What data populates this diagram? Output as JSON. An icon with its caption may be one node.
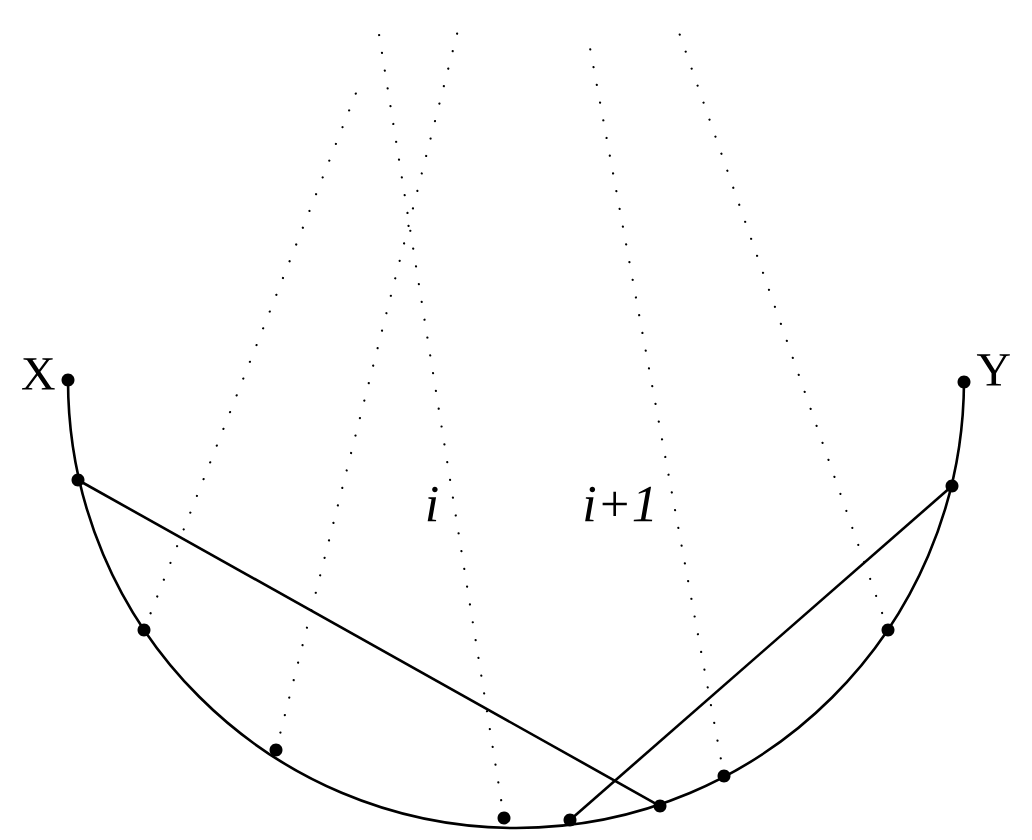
{
  "diagram": {
    "nodes": [
      {
        "text": [],
        "shape": "circle",
        "beside": [
          "X"
        ]
      },
      {
        "text": [],
        "shape": "circle"
      },
      {
        "text": [],
        "shape": "circle"
      },
      {
        "text": [],
        "shape": "circle"
      },
      {
        "text": [],
        "shape": "circle"
      },
      {
        "text": [],
        "shape": "circle"
      },
      {
        "text": [],
        "shape": "circle"
      },
      {
        "text": [],
        "shape": "circle"
      },
      {
        "text": [],
        "shape": "circle"
      },
      {
        "text": [],
        "shape": "circle"
      },
      {
        "text": [],
        "shape": "circle",
        "beside": [
          "Y"
        ]
      }
    ],
    "edges": [
      {
        "from": 0,
        "to": 10,
        "arrow": "none"
      },
      {
        "from": 1,
        "to": 6,
        "arrow": "none"
      },
      {
        "from": 9,
        "to": 5,
        "arrow": "none"
      },
      {
        "from": 2,
        "to": null,
        "arrow": "none",
        "style": "dashed"
      },
      {
        "from": 3,
        "to": null,
        "arrow": "none",
        "style": "dashed"
      },
      {
        "from": 4,
        "to": null,
        "arrow": "none",
        "style": "dashed"
      },
      {
        "from": 7,
        "to": null,
        "arrow": "none",
        "style": "dashed"
      },
      {
        "from": 8,
        "to": null,
        "arrow": "none",
        "style": "dashed"
      }
    ],
    "labels": [
      "i",
      "i+1"
    ]
  }
}
